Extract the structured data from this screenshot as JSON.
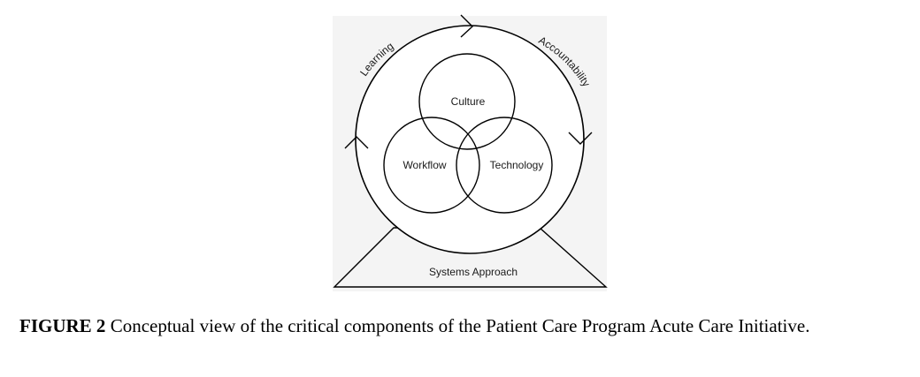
{
  "diagram": {
    "nodes": {
      "culture": "Culture",
      "workflow": "Workflow",
      "technology": "Technology",
      "base": "Systems Approach"
    },
    "cycle": {
      "left": "Learning",
      "right": "Accountability"
    }
  },
  "caption": {
    "label": "FIGURE 2",
    "text": "Conceptual view of the critical components of the Patient Care Program Acute Care Initiative."
  }
}
